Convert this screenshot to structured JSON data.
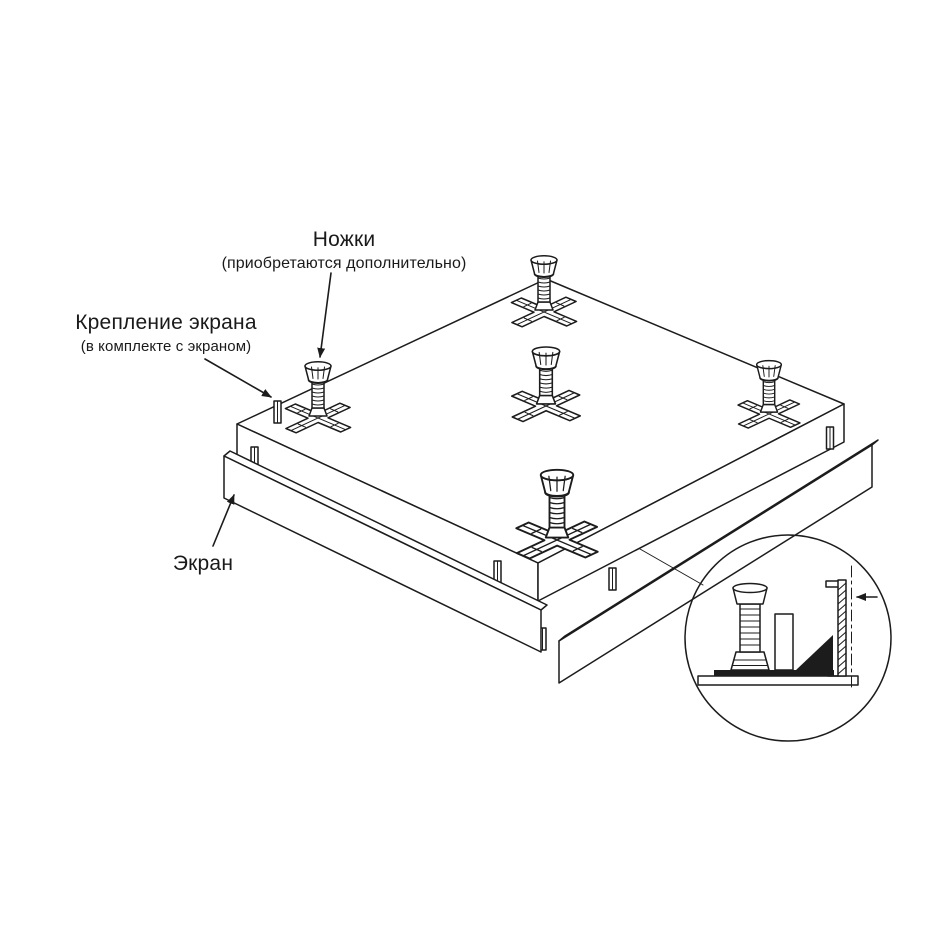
{
  "colors": {
    "background": "#ffffff",
    "line": "#1c1c1c",
    "fill": "#ffffff"
  },
  "labels": {
    "feet": {
      "title": "Ножки",
      "subtitle": "(приобретаются дополнительно)"
    },
    "screen_mount": {
      "title": "Крепление экрана",
      "subtitle": "(в комплекте с экраном)"
    },
    "screen": {
      "title": "Экран"
    }
  },
  "diagram": {
    "feet_count": 5,
    "mounting_clip_count": 7
  }
}
